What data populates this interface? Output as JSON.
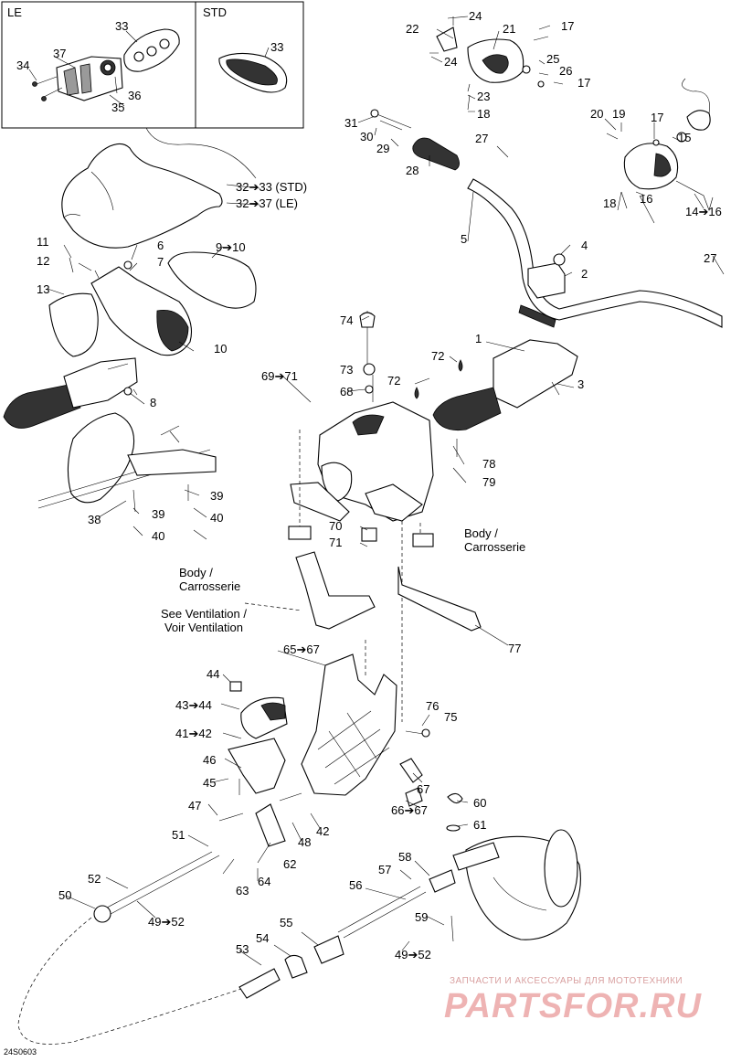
{
  "inset": {
    "left_title": "LE",
    "right_title": "STD"
  },
  "callouts": [
    {
      "id": "c24a",
      "text": "24"
    },
    {
      "id": "c22",
      "text": "22"
    },
    {
      "id": "c21",
      "text": "21"
    },
    {
      "id": "c17a",
      "text": "17"
    },
    {
      "id": "c24b",
      "text": "24"
    },
    {
      "id": "c25",
      "text": "25"
    },
    {
      "id": "c26",
      "text": "26"
    },
    {
      "id": "c17b",
      "text": "17"
    },
    {
      "id": "c23",
      "text": "23"
    },
    {
      "id": "c18a",
      "text": "18"
    },
    {
      "id": "c33a",
      "text": "33"
    },
    {
      "id": "c33b",
      "text": "33"
    },
    {
      "id": "c37",
      "text": "37"
    },
    {
      "id": "c34",
      "text": "34"
    },
    {
      "id": "c36",
      "text": "36"
    },
    {
      "id": "c35",
      "text": "35"
    },
    {
      "id": "c31",
      "text": "31"
    },
    {
      "id": "c30",
      "text": "30"
    },
    {
      "id": "c29",
      "text": "29"
    },
    {
      "id": "c27a",
      "text": "27"
    },
    {
      "id": "c28",
      "text": "28"
    },
    {
      "id": "c20",
      "text": "20"
    },
    {
      "id": "c19",
      "text": "19"
    },
    {
      "id": "c17c",
      "text": "17"
    },
    {
      "id": "c15",
      "text": "15"
    },
    {
      "id": "c18b",
      "text": "18"
    },
    {
      "id": "c16",
      "text": "16"
    },
    {
      "id": "c14",
      "text": "14➔16"
    },
    {
      "id": "c32std",
      "text": "32➔33 (STD)"
    },
    {
      "id": "c32le",
      "text": "32➔37 (LE)"
    },
    {
      "id": "c5",
      "text": "5"
    },
    {
      "id": "c4",
      "text": "4"
    },
    {
      "id": "c2",
      "text": "2"
    },
    {
      "id": "c27b",
      "text": "27"
    },
    {
      "id": "c11",
      "text": "11"
    },
    {
      "id": "c6",
      "text": "6"
    },
    {
      "id": "c12",
      "text": "12"
    },
    {
      "id": "c7",
      "text": "7"
    },
    {
      "id": "c9",
      "text": "9➔10"
    },
    {
      "id": "c13",
      "text": "13"
    },
    {
      "id": "c10",
      "text": "10"
    },
    {
      "id": "c74",
      "text": "74"
    },
    {
      "id": "c1",
      "text": "1"
    },
    {
      "id": "c72a",
      "text": "72"
    },
    {
      "id": "c73",
      "text": "73"
    },
    {
      "id": "c72b",
      "text": "72"
    },
    {
      "id": "c69",
      "text": "69➔71"
    },
    {
      "id": "c68",
      "text": "68"
    },
    {
      "id": "c3",
      "text": "3"
    },
    {
      "id": "c8",
      "text": "8"
    },
    {
      "id": "c78",
      "text": "78"
    },
    {
      "id": "c79",
      "text": "79"
    },
    {
      "id": "c39a",
      "text": "39"
    },
    {
      "id": "c39b",
      "text": "39"
    },
    {
      "id": "c38",
      "text": "38"
    },
    {
      "id": "c40a",
      "text": "40"
    },
    {
      "id": "c40b",
      "text": "40"
    },
    {
      "id": "c70",
      "text": "70"
    },
    {
      "id": "c71",
      "text": "71"
    },
    {
      "id": "c77",
      "text": "77"
    },
    {
      "id": "c65",
      "text": "65➔67"
    },
    {
      "id": "c44",
      "text": "44"
    },
    {
      "id": "c43",
      "text": "43➔44"
    },
    {
      "id": "c76",
      "text": "76"
    },
    {
      "id": "c75",
      "text": "75"
    },
    {
      "id": "c41",
      "text": "41➔42"
    },
    {
      "id": "c46",
      "text": "46"
    },
    {
      "id": "c45",
      "text": "45"
    },
    {
      "id": "c67",
      "text": "67"
    },
    {
      "id": "c47",
      "text": "47"
    },
    {
      "id": "c60",
      "text": "60"
    },
    {
      "id": "c66",
      "text": "66➔67"
    },
    {
      "id": "c42",
      "text": "42"
    },
    {
      "id": "c48",
      "text": "48"
    },
    {
      "id": "c61",
      "text": "61"
    },
    {
      "id": "c51",
      "text": "51"
    },
    {
      "id": "c62",
      "text": "62"
    },
    {
      "id": "c58",
      "text": "58"
    },
    {
      "id": "c57",
      "text": "57"
    },
    {
      "id": "c52",
      "text": "52"
    },
    {
      "id": "c63",
      "text": "63"
    },
    {
      "id": "c64",
      "text": "64"
    },
    {
      "id": "c56",
      "text": "56"
    },
    {
      "id": "c50",
      "text": "50"
    },
    {
      "id": "c49a",
      "text": "49➔52"
    },
    {
      "id": "c59",
      "text": "59"
    },
    {
      "id": "c55",
      "text": "55"
    },
    {
      "id": "c54",
      "text": "54"
    },
    {
      "id": "c53",
      "text": "53"
    },
    {
      "id": "c49b",
      "text": "49➔52"
    }
  ],
  "notes": {
    "body_right": "Body /\nCarrosserie",
    "body_left": "Body /\nCarrosserie",
    "ventilation": "See Ventilation /\nVoir Ventilation"
  },
  "watermark": {
    "small": "ЗАПЧАСТИ И АКСЕССУАРЫ ДЛЯ МОТОТЕХНИКИ",
    "large": "PARTSFOR.RU"
  },
  "reference": "24S0603"
}
